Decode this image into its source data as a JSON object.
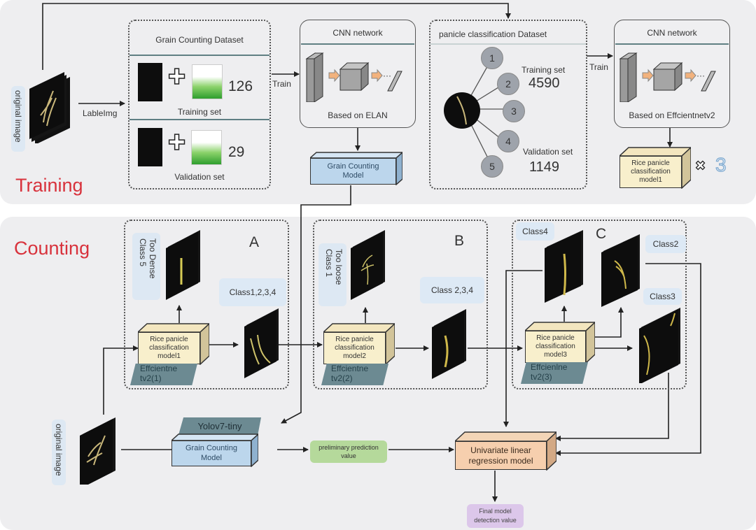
{
  "training": {
    "section_title": "Training",
    "original_image_label": "original image",
    "labelimg_label": "LableImg",
    "grain_dataset": {
      "title": "Grain Counting Dataset",
      "training_label": "Training set",
      "training_count": "126",
      "validation_label": "Validation set",
      "validation_count": "29"
    },
    "train_label_1": "Train",
    "cnn1": {
      "title": "CNN network",
      "caption": "Based on ELAN"
    },
    "grain_model_label": "Grain Counting Model",
    "panicle_dataset": {
      "title": "panicle classification Dataset",
      "classes": [
        "1",
        "2",
        "3",
        "4",
        "5"
      ],
      "training_label": "Training set",
      "training_count": "4590",
      "validation_label": "Validation set",
      "validation_count": "1149"
    },
    "train_label_2": "Train",
    "cnn2": {
      "title": "CNN network",
      "caption": "Based on Effcientnetv2"
    },
    "classification_model_label": "Rice panicle classification model1",
    "multiplier_symbol": "✖",
    "multiplier_count": "3"
  },
  "counting": {
    "section_title": "Counting",
    "stage_a": {
      "letter": "A",
      "reject_label": "Too Dense Class 5",
      "pass_label": "Class1,2,3,4",
      "model_label": "Rice panicle classification model1",
      "backbone_label": "Effcientne tv2(1)"
    },
    "stage_b": {
      "letter": "B",
      "reject_label": "Too loose Class 1",
      "pass_label": "Class 2,3,4",
      "model_label": "Rice panicle classification model2",
      "backbone_label": "Effcientne tv2(2)"
    },
    "stage_c": {
      "letter": "C",
      "class4_label": "Class4",
      "class2_label": "Class2",
      "class3_label": "Class3",
      "model_label": "Rice panicle classification model3",
      "backbone_label": "Effcienlne tv2(3)"
    },
    "original_image_label": "original image",
    "yolo_label": "Yolov7-tiny",
    "grain_model_label": "Grain Counting Model",
    "prelim_label": "preliminary prediction value",
    "regression_label": "Univariate linear regression model",
    "final_label": "Final model detection value"
  },
  "colors": {
    "section_title": "#d8323c",
    "model_blue": "#bcd6ec",
    "model_yellow": "#f8efcc",
    "regression_orange": "#f6cfae",
    "prelim_green": "#b5d99b",
    "final_purple": "#dcc7ea",
    "backbone_teal": "#6c8a92"
  }
}
